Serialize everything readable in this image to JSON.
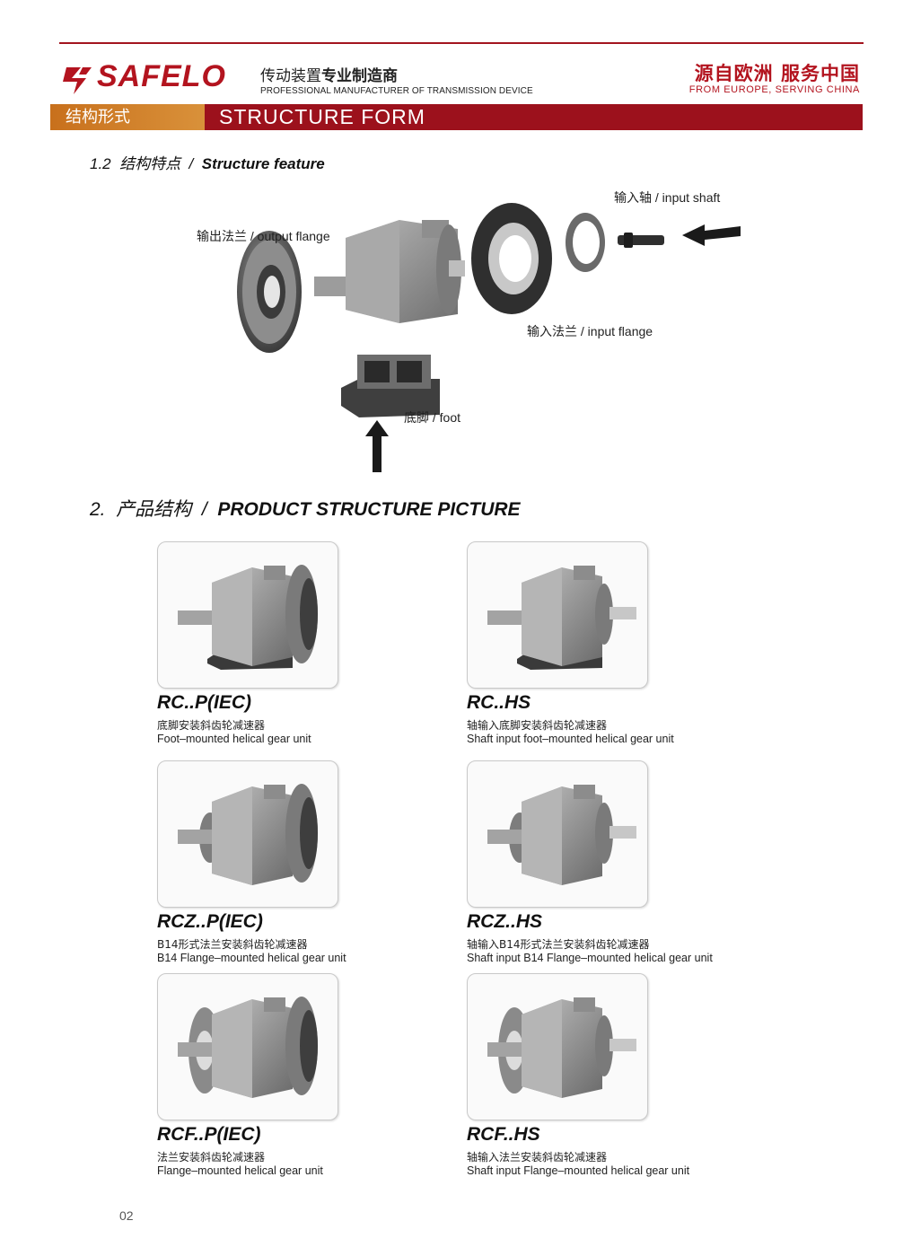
{
  "header": {
    "brand": "SAFELO",
    "tagline_cn_a": "传动装置",
    "tagline_cn_b": "专业制造商",
    "tagline_en": "PROFESSIONAL MANUFACTURER OF TRANSMISSION DEVICE",
    "slogan_cn": "源自欧洲 服务中国",
    "slogan_en": "FROM EUROPE, SERVING CHINA",
    "brand_color": "#b3141f"
  },
  "band": {
    "label_cn": "结构形式",
    "label_en": "STRUCTURE FORM"
  },
  "section1": {
    "number": "1.2",
    "title_cn": "结构特点",
    "separator": "/",
    "title_en": "Structure feature",
    "labels": {
      "input_shaft": "输入轴 / input shaft",
      "output_flange": "输出法兰 / output flange",
      "input_flange": "输入法兰 / input flange",
      "foot": "底脚 / foot"
    }
  },
  "section2": {
    "number": "2.",
    "title_cn": "产品结构",
    "separator": "/",
    "title_en": "PRODUCT STRUCTURE PICTURE"
  },
  "products": [
    {
      "model": "RC..P(IEC)",
      "desc_cn": "底脚安装斜齿轮减速器",
      "desc_en": "Foot–mounted helical gear unit",
      "variant": "foot-motor"
    },
    {
      "model": "RC..HS",
      "desc_cn": "轴输入底脚安装斜齿轮减速器",
      "desc_en": "Shaft input foot–mounted helical gear unit",
      "variant": "foot-shaft"
    },
    {
      "model": "RCZ..P(IEC)",
      "desc_cn": "B14形式法兰安装斜齿轮减速器",
      "desc_en": "B14 Flange–mounted helical gear unit",
      "variant": "b14-motor"
    },
    {
      "model": "RCZ..HS",
      "desc_cn": "轴输入B14形式法兰安装斜齿轮减速器",
      "desc_en": "Shaft input B14 Flange–mounted helical gear unit",
      "variant": "b14-shaft"
    },
    {
      "model": "RCF..P(IEC)",
      "desc_cn": "法兰安装斜齿轮减速器",
      "desc_en": "Flange–mounted helical gear unit",
      "variant": "flange-motor"
    },
    {
      "model": "RCF..HS",
      "desc_cn": "轴输入法兰安装斜齿轮减速器",
      "desc_en": "Shaft input Flange–mounted helical gear unit",
      "variant": "flange-shaft"
    }
  ],
  "footer": {
    "page_number": "02"
  }
}
